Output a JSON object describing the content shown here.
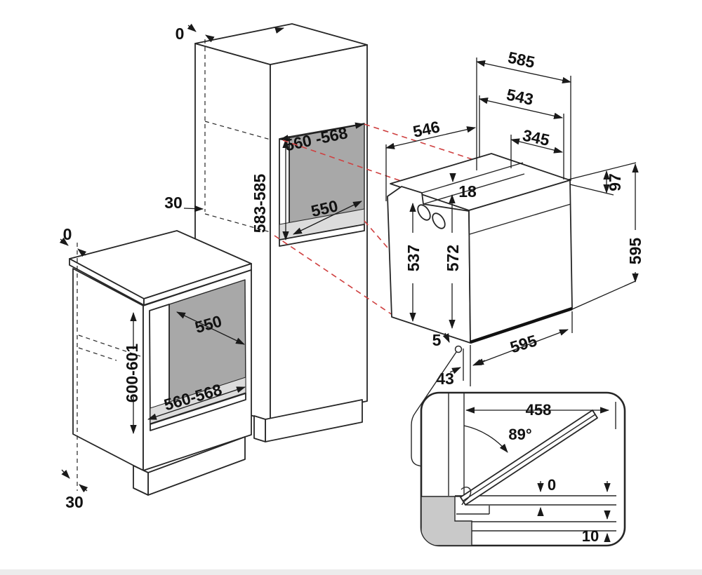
{
  "figure": {
    "kind": "built-in oven installation diagram",
    "background": "#ffffff",
    "line_color": "#262626",
    "projection_color": "#cf4040",
    "niche_back_shade": "#a8a8a8",
    "niche_floor_shade": "#dcdcdc",
    "inset_shade": "#c9c9c9"
  },
  "tall_unit": {
    "wall_gap_top": "0",
    "side_gap": "30",
    "niche_width": "560 -568",
    "niche_height": "583-585",
    "niche_depth": "550"
  },
  "base_unit": {
    "wall_gap_top": "0",
    "plinth_gap": "30",
    "niche_width": "560-568",
    "niche_height": "600-601",
    "niche_depth": "550"
  },
  "oven": {
    "depth_with_door": "585",
    "body_depth": "543",
    "upper_depth": "345",
    "front_depth": "546",
    "top_step": "18",
    "rear_top_height": "97",
    "side_front_height": "537",
    "front_height": "572",
    "total_height": "595",
    "width": "595",
    "bottom_clearance": "5",
    "door_offset": "43"
  },
  "door_detail": {
    "door_length": "458",
    "opening_angle": "89°",
    "zero_clearance": "0",
    "bottom_clearance": "10"
  }
}
